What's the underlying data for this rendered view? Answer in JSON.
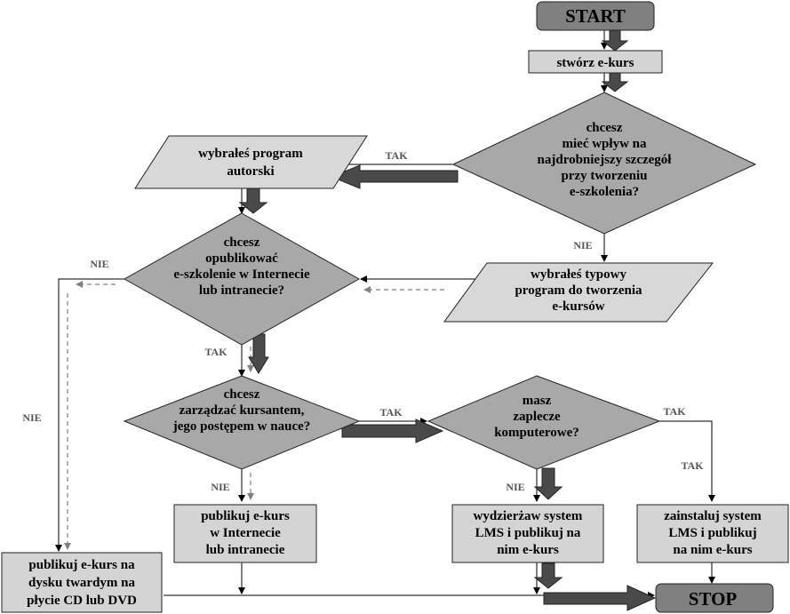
{
  "nodes": {
    "start": {
      "lines": [
        "START"
      ]
    },
    "create": {
      "lines": [
        "stwórz e-kurs"
      ]
    },
    "q_detail": {
      "lines": [
        "chcesz",
        "mieć wpływ na",
        "najdrobniejszy szczegół",
        "przy tworzeniu",
        "e-szkolenia?"
      ]
    },
    "custom_program": {
      "lines": [
        "wybrałeś program",
        "autorski"
      ]
    },
    "typical_program": {
      "lines": [
        "wybrałeś typowy",
        "program do tworzenia",
        "e-kursów"
      ]
    },
    "q_publish": {
      "lines": [
        "chcesz",
        "opublikować",
        "e-szkolenie w Internecie",
        "lub intranecie?"
      ]
    },
    "q_manage": {
      "lines": [
        "chcesz",
        "zarządzać kursantem,",
        "jego postępem w nauce?"
      ]
    },
    "q_hardware": {
      "lines": [
        "masz",
        "zaplecze",
        "komputerowe?"
      ]
    },
    "publish_internet": {
      "lines": [
        "publikuj e-kurs",
        "w Internecie",
        "lub intranecie"
      ]
    },
    "rent_lms": {
      "lines": [
        "wydzierżaw system",
        "LMS i publikuj na",
        "nim e-kurs"
      ]
    },
    "install_lms": {
      "lines": [
        "zainstaluj system",
        "LMS i publikuj",
        "na nim e-kurs"
      ]
    },
    "publish_disk": {
      "lines": [
        "publikuj e-kurs na",
        "dysku twardym na",
        "płycie CD lub DVD"
      ]
    },
    "stop": {
      "lines": [
        "STOP"
      ]
    }
  },
  "edge_labels": {
    "detail_yes": "TAK",
    "detail_no": "NIE",
    "publish_no": "NIE",
    "publish_yes": "TAK",
    "left_no": "NIE",
    "manage_yes": "TAK",
    "manage_no": "NIE",
    "hardware_yes": "TAK",
    "hardware_yes_down": "TAK",
    "hardware_no": "NIE"
  },
  "colors": {
    "terminal": "#808080",
    "process": "#d4d4d4",
    "decision": "#a8a8a8",
    "io": "#d8d8d8",
    "border": "#222222",
    "fat_arrow": "#4a4a4a"
  }
}
